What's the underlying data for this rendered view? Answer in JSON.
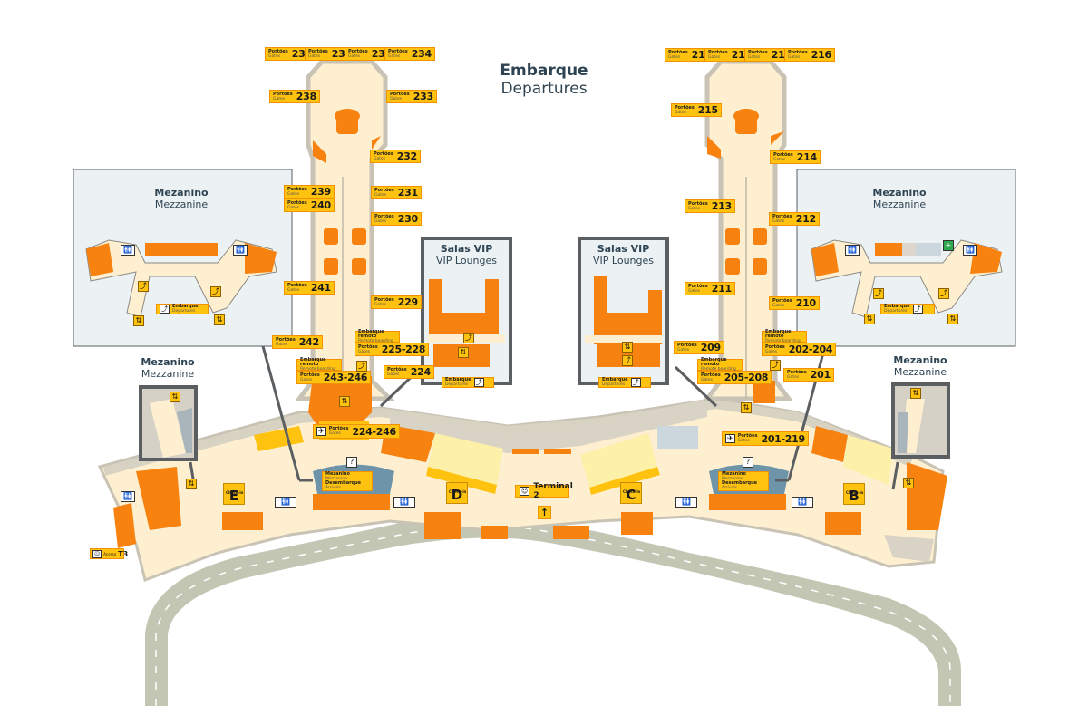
{
  "header": {
    "title_pt": "Embarque",
    "title_en": "Departures"
  },
  "colors": {
    "shop_orange": "#f7820f",
    "gate_yellow": "#ffc20e",
    "floor_cream": "#fdefd0",
    "pale_yellow": "#fdf0a8",
    "pier_border": "#c8c3b4",
    "road_gray": "#c4c6b4",
    "inset_bg": "#ecf1f3",
    "inset_border": "#5b5f62",
    "text_dark": "#2e4453"
  },
  "gate_label": {
    "pt": "Portões",
    "en": "Gates"
  },
  "remote_label": {
    "pt": "Embarque remoto",
    "en": "Remote boarding"
  },
  "west_pier": {
    "gates": [
      "237",
      "236",
      "235",
      "234",
      "238",
      "233",
      "232",
      "239",
      "240",
      "231",
      "230",
      "241",
      "229",
      "242",
      "225-228",
      "243-246",
      "224"
    ],
    "main_gates": "224-246"
  },
  "east_pier": {
    "gates": [
      "217",
      "219",
      "218",
      "216",
      "215",
      "214",
      "213",
      "212",
      "211",
      "210",
      "209",
      "202-204",
      "205-208",
      "201"
    ],
    "main_gates": "201-219"
  },
  "mezzanine_insets": [
    {
      "title_pt": "Mezanino",
      "title_en": "Mezzanine",
      "sign_pt": "Embarque",
      "sign_en": "Departures"
    },
    {
      "title_pt": "Mezanino",
      "title_en": "Mezzanine",
      "sign_pt": "Embarque",
      "sign_en": "Departures"
    }
  ],
  "small_mezzanines": [
    {
      "title_pt": "Mezanino",
      "title_en": "Mezzanine"
    },
    {
      "title_pt": "Mezanino",
      "title_en": "Mezzanine"
    }
  ],
  "vip_lounges": [
    {
      "title_pt": "Salas VIP",
      "title_en": "VIP Lounges",
      "sign_pt": "Embarque",
      "sign_en": "Departures"
    },
    {
      "title_pt": "Salas VIP",
      "title_en": "VIP Lounges",
      "sign_pt": "Embarque",
      "sign_en": "Departures"
    }
  ],
  "checkin_areas": [
    {
      "letter": "E",
      "label": "Check-in"
    },
    {
      "letter": "D",
      "label": "Check-in"
    },
    {
      "letter": "C",
      "label": "Check-in"
    },
    {
      "letter": "B",
      "label": "Check-in"
    }
  ],
  "terminal_sign": {
    "label": "Terminal 2"
  },
  "t3_sign": {
    "label": "Acesso",
    "terminal": "T3"
  },
  "mezz_arrivals_sign": {
    "mezz_pt": "Mezanino",
    "mezz_en": "Mezzanine",
    "arr_pt": "Desembarque",
    "arr_en": "Arrivals"
  },
  "icons": {
    "elevator": "⇅",
    "escalator": "⤴",
    "restroom": "🚻",
    "info": "?",
    "plane": "✈",
    "up_arrow": "↑",
    "first_aid": "+",
    "person": "☺"
  }
}
